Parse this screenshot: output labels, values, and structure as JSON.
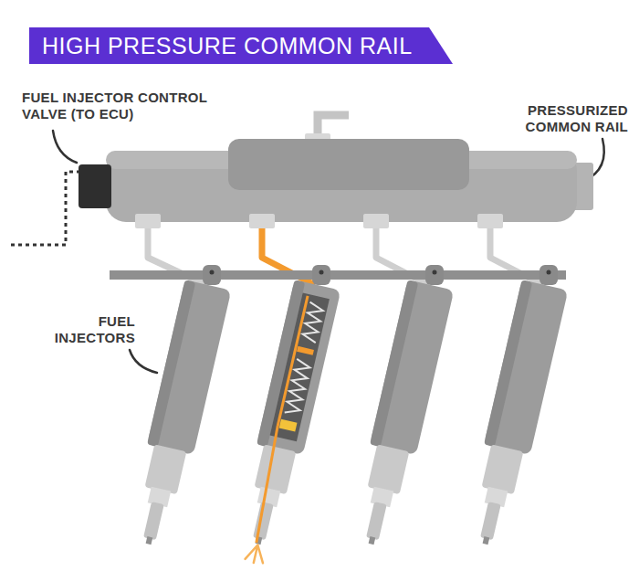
{
  "diagram": {
    "title": "HIGH PRESSURE COMMON RAIL",
    "labels": [
      "FUEL INJECTOR CONTROL VALVE (TO ECU)",
      "PRESSURIZED COMMON RAIL",
      "FUEL INJECTORS"
    ]
  }
}
